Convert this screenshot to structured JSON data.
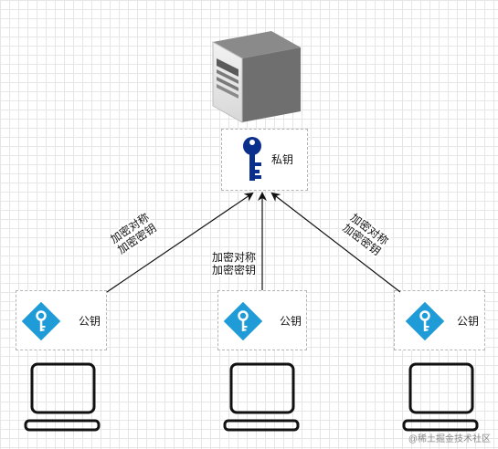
{
  "server": {
    "icon": "server-icon",
    "key_label": "私钥",
    "key_icon": "private-key-icon",
    "key_color": "#0a2f8c"
  },
  "clients": [
    {
      "key_label": "公钥",
      "key_icon": "public-key-icon",
      "device_icon": "laptop-icon"
    },
    {
      "key_label": "公钥",
      "key_icon": "public-key-icon",
      "device_icon": "laptop-icon"
    },
    {
      "key_label": "公钥",
      "key_icon": "public-key-icon",
      "device_icon": "laptop-icon"
    }
  ],
  "edges": [
    {
      "label_line1": "加密对称",
      "label_line2": "加密密钥"
    },
    {
      "label_line1": "加密对称",
      "label_line2": "加密密钥"
    },
    {
      "label_line1": "加密对称",
      "label_line2": "加密密钥"
    }
  ],
  "colors": {
    "public_key": "#1f9bd8",
    "private_key": "#0a2f8c",
    "line": "#111111"
  },
  "watermark": "@稀土掘金技术社区"
}
